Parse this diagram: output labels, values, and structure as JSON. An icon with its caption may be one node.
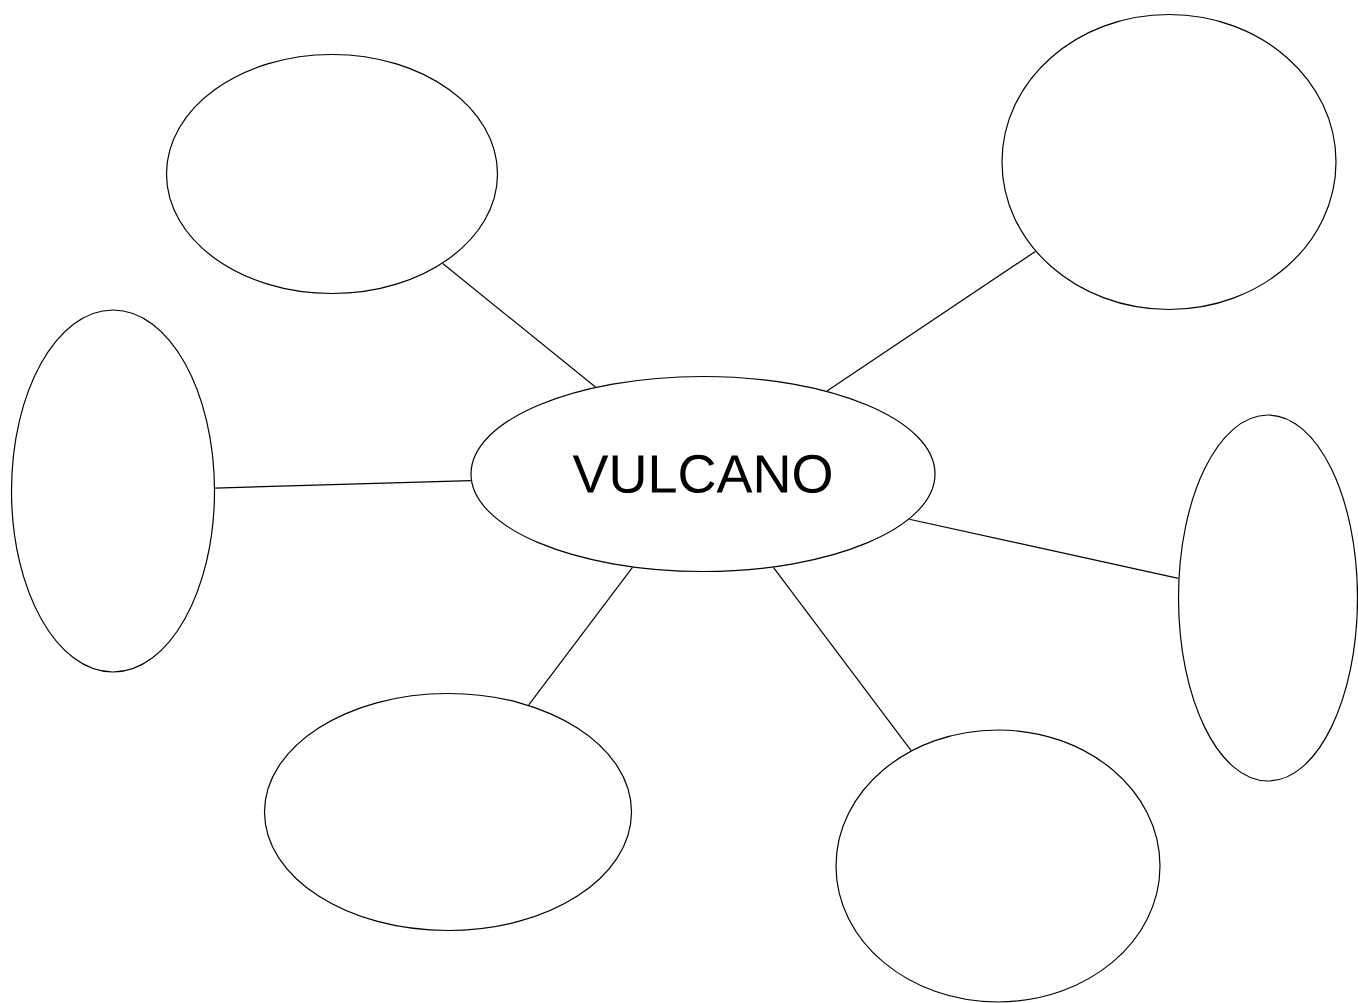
{
  "diagram": {
    "nodes": [
      {
        "text": [
          "VULCANO"
        ]
      },
      {
        "text": [],
        "shape": "ellipse"
      },
      {
        "text": [],
        "shape": "ellipse"
      },
      {
        "text": [],
        "shape": "ellipse"
      },
      {
        "text": [],
        "shape": "ellipse"
      },
      {
        "text": [],
        "shape": "ellipse"
      },
      {
        "text": [],
        "shape": "ellipse"
      }
    ],
    "edges": [
      {
        "from": 0,
        "to": 1,
        "arrow": "none"
      },
      {
        "from": 0,
        "to": 2,
        "arrow": "none"
      },
      {
        "from": 0,
        "to": 3,
        "arrow": "none"
      },
      {
        "from": 0,
        "to": 4,
        "arrow": "none"
      },
      {
        "from": 0,
        "to": 5,
        "arrow": "none"
      },
      {
        "from": 0,
        "to": 6,
        "arrow": "none"
      }
    ]
  }
}
